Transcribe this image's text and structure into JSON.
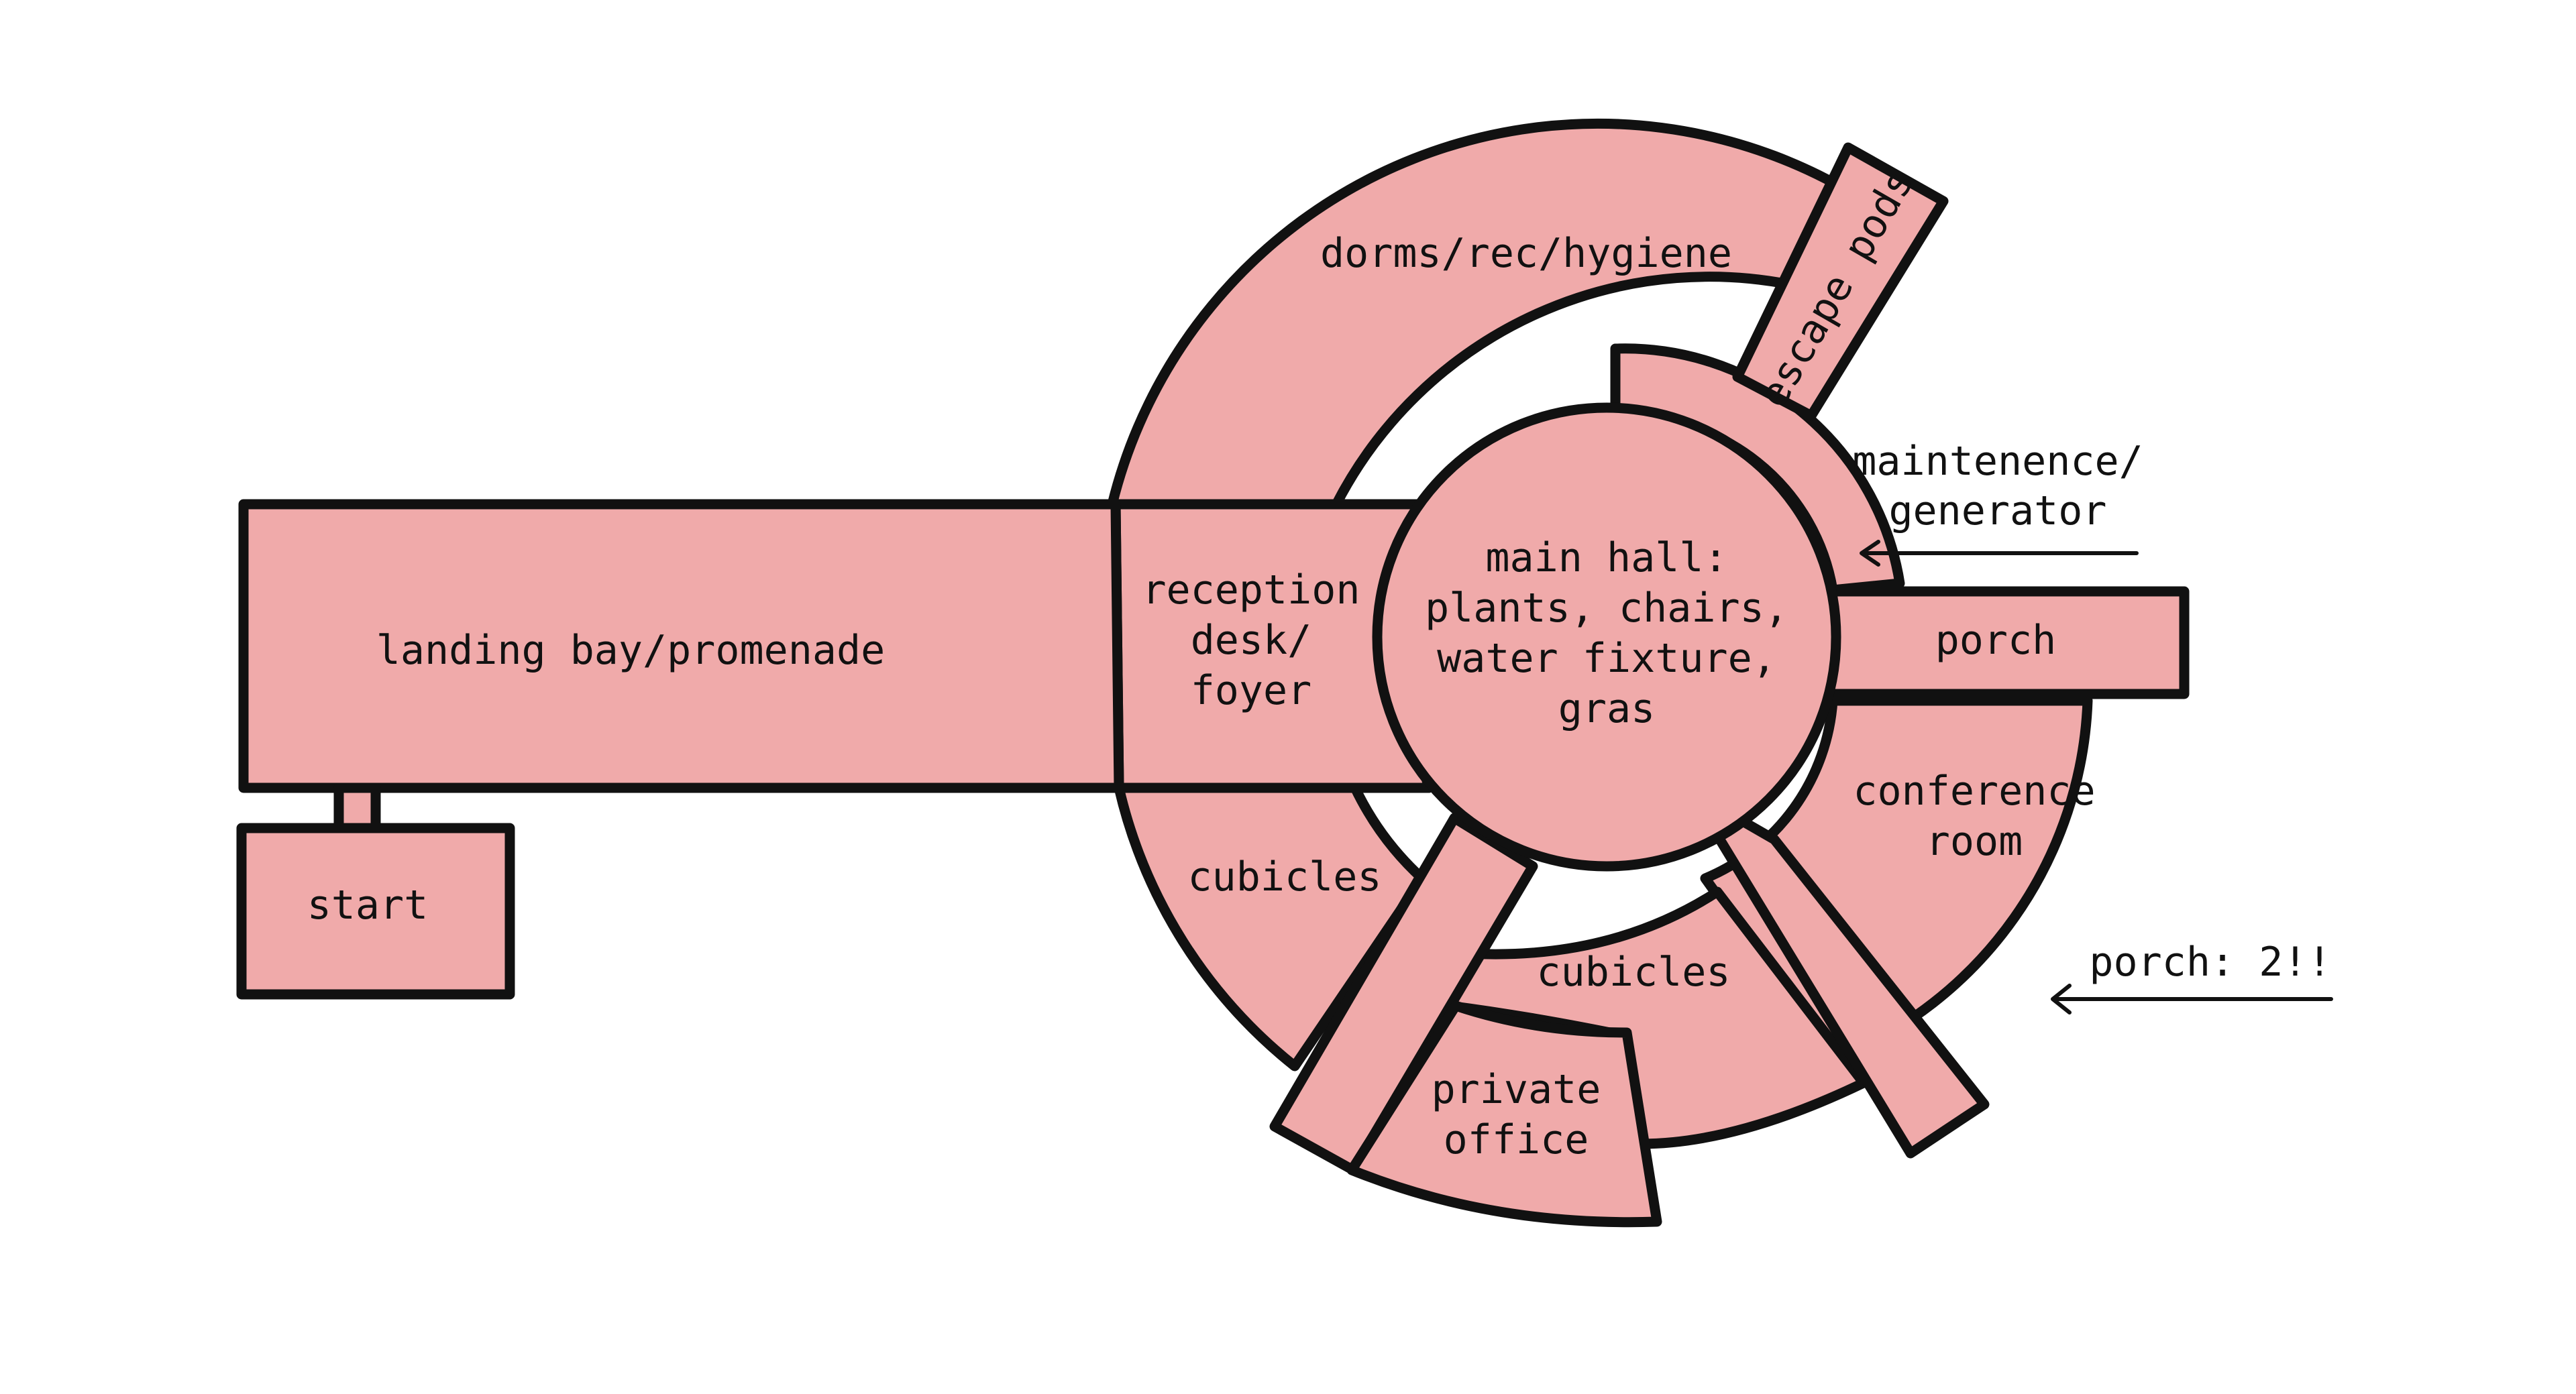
{
  "colors": {
    "room_fill": "#f0aaaa",
    "outline": "#111111",
    "background": "#ffffff"
  },
  "rooms": {
    "landing_bay": "landing bay/promenade",
    "start": "start",
    "reception": [
      "reception",
      "desk/",
      "foyer"
    ],
    "dorms": "dorms/rec/hygiene",
    "escape_pods": "escape pods",
    "main_hall": [
      "main hall:",
      "plants, chairs,",
      "water fixture,",
      "gras"
    ],
    "porch": "porch",
    "conference_room": [
      "conference",
      "room"
    ],
    "cubicles_left": "cubicles",
    "cubicles_bottom": "cubicles",
    "private_office": [
      "private",
      "office"
    ]
  },
  "annotations": {
    "maintenance": [
      "maintenence/",
      "generator"
    ],
    "porch_2": "porch: 2!!"
  }
}
